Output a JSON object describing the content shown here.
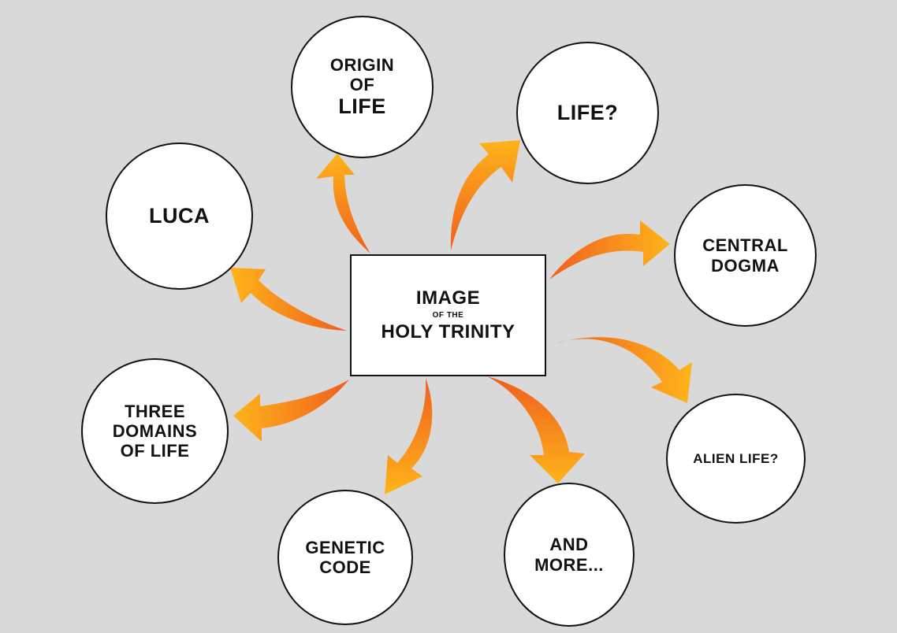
{
  "colors": {
    "background": "#d9d9d9",
    "arrow_start": "#f5901e",
    "arrow_end": "#ffb41a",
    "arrow_deep": "#ef5f1e",
    "stroke": "#111111"
  },
  "center": {
    "line1": "IMAGE",
    "line2": "OF THE",
    "line3": "HOLY TRINITY"
  },
  "nodes": {
    "origin_of_life": {
      "line1": "ORIGIN",
      "line2": "OF",
      "line3": "LIFE"
    },
    "life": {
      "line1": "LIFE?"
    },
    "luca": {
      "line1": "LUCA"
    },
    "central_dogma": {
      "line1": "CENTRAL",
      "line2": "DOGMA"
    },
    "three_domains": {
      "line1": "THREE",
      "line2": "DOMAINS",
      "line3": "OF LIFE"
    },
    "alien_life": {
      "line1": "ALIEN LIFE?"
    },
    "genetic_code": {
      "line1": "GENETIC",
      "line2": "CODE"
    },
    "and_more": {
      "line1": "AND",
      "line2": "MORE..."
    }
  }
}
